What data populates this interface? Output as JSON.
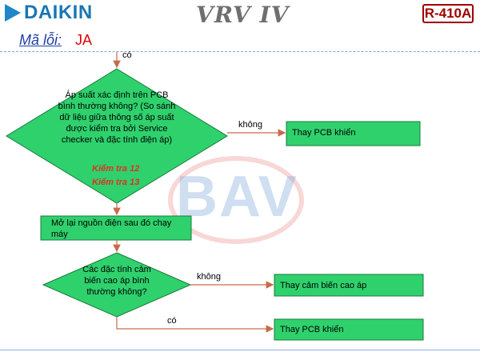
{
  "header": {
    "brand": "DAIKIN",
    "product": "VRV IV",
    "refrigerant": "R-410A"
  },
  "title": {
    "label": "Mã lỗi:",
    "code": "JA"
  },
  "watermark": "BAV",
  "flow": {
    "start_label": "có",
    "decision1": {
      "text": "Áp suất xác định trên PCB bình thường không? (So sánh dữ liệu giữa thông số áp suất được kiểm tra bởi Service checker và đặc tính điện áp)",
      "check1": "Kiểm tra 12",
      "check2": "Kiểm tra 13",
      "no_label": "không"
    },
    "action_replace_pcb_1": "Thay PCB khiển",
    "step_restart": "Mở lại nguồn điện sau đó chạy máy",
    "decision2": {
      "text": "Các đặc tính cảm biến cao áp bình thường không?",
      "no_label": "không",
      "yes_label": "có"
    },
    "action_replace_sensor": "Thay cảm biến cao áp",
    "action_replace_pcb_2": "Thay PCB khiển"
  },
  "colors": {
    "node_fill": "#2fd16d",
    "node_stroke": "#1a7a3a",
    "arrow": "#c96a4a",
    "title_blue": "#1e3ea8",
    "accent_red": "#e00000"
  }
}
